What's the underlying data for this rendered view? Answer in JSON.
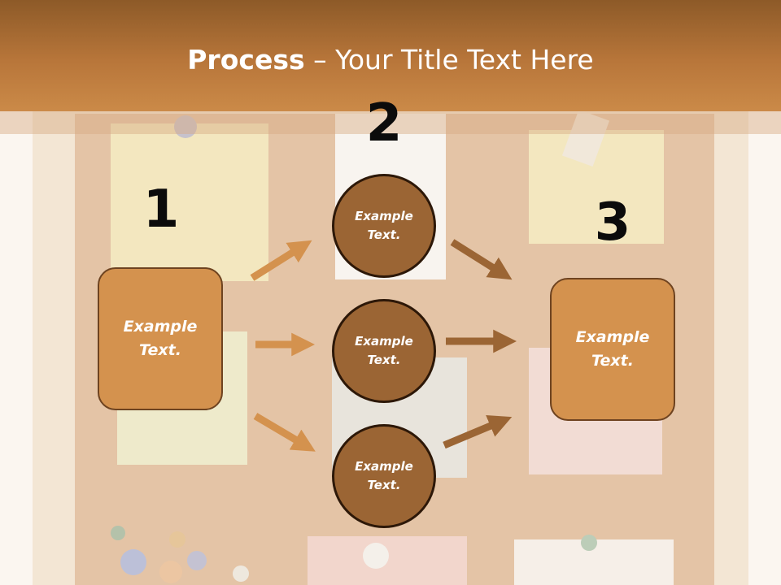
{
  "slide": {
    "title_bold": "Process",
    "title_rest": " – Your Title Text Here"
  },
  "steps": {
    "n1": "1",
    "n2": "2",
    "n3": "3"
  },
  "nodes": {
    "left_box": "Example Text.",
    "circle_top": "Example Text.",
    "circle_middle": "Example Text.",
    "circle_bottom": "Example Text.",
    "right_box": "Example Text."
  },
  "colors": {
    "header": "#b8763a",
    "box_fill": "#d4924e",
    "circle_fill": "#9b6534",
    "arrow_light": "#d4924e",
    "arrow_dark": "#9b6534"
  }
}
